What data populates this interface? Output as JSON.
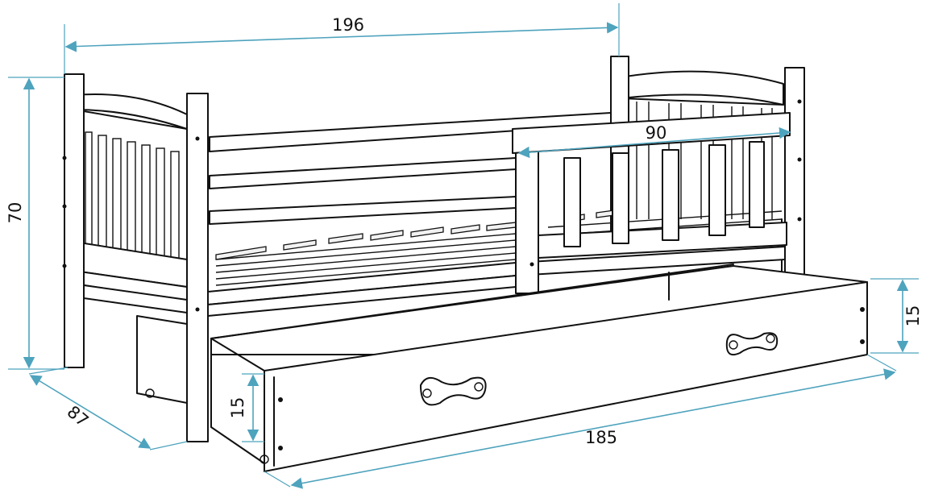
{
  "dimensions": {
    "width_total": "196",
    "height_total": "70",
    "depth_total": "87",
    "guard_rail": "90",
    "drawer_length": "185",
    "drawer_height_front": "15",
    "drawer_height_side": "15"
  },
  "colors": {
    "dimension_line": "#4ea3bd",
    "outline": "#111111",
    "background": "#ffffff"
  }
}
